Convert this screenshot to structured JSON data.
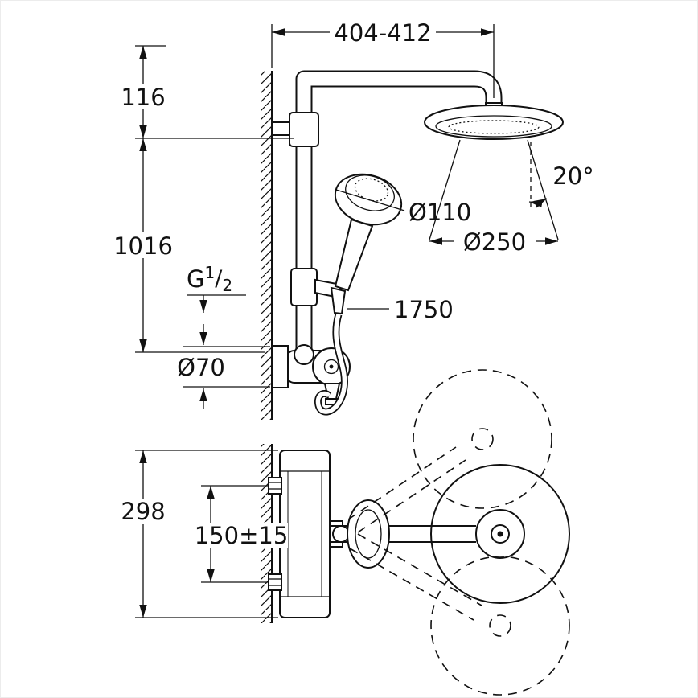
{
  "drawing": {
    "type": "technical-dimension-drawing",
    "subject": "shower-system-with-thermostat",
    "colors": {
      "line": "#111111",
      "background": "#ffffff"
    },
    "dimensions": {
      "arm_reach": "404-412",
      "top_offset": "116",
      "riser_length": "1016",
      "thread": {
        "prefix": "G",
        "numerator": "1",
        "slash": "/",
        "denominator": "2"
      },
      "escutcheon_diameter": "Ø70",
      "hand_shower_diameter": "Ø110",
      "head_shower_diameter": "Ø250",
      "spray_angle": "20°",
      "hose_length": "1750",
      "plan_width": "298",
      "inlet_spacing": "150±15"
    }
  }
}
